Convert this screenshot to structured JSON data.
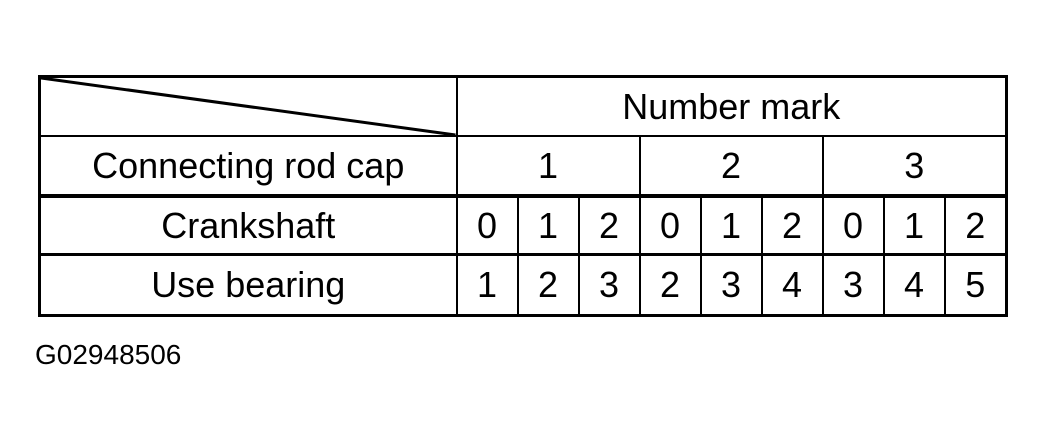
{
  "table": {
    "header": "Number mark",
    "rows": [
      {
        "label": "Connecting rod cap",
        "cells": [
          "1",
          "2",
          "3"
        ]
      },
      {
        "label": "Crankshaft",
        "cells": [
          "0",
          "1",
          "2",
          "0",
          "1",
          "2",
          "0",
          "1",
          "2"
        ]
      },
      {
        "label": "Use bearing",
        "cells": [
          "1",
          "2",
          "3",
          "2",
          "3",
          "4",
          "3",
          "4",
          "5"
        ]
      }
    ]
  },
  "caption": "G02948506",
  "colors": {
    "ink": "#000000",
    "background": "#ffffff"
  }
}
